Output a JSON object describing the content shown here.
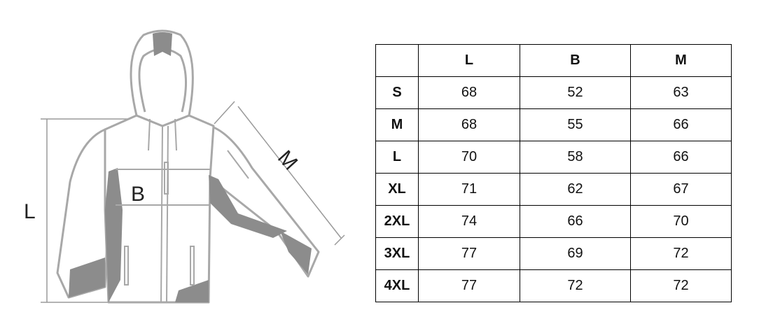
{
  "figure": {
    "label_length": "L",
    "label_bust": "B",
    "label_sleeve": "M"
  },
  "table": {
    "corner": "",
    "headers": [
      "L",
      "B",
      "M"
    ],
    "rows": [
      {
        "size": "S",
        "values": [
          "68",
          "52",
          "63"
        ]
      },
      {
        "size": "M",
        "values": [
          "68",
          "55",
          "66"
        ]
      },
      {
        "size": "L",
        "values": [
          "70",
          "58",
          "66"
        ]
      },
      {
        "size": "XL",
        "values": [
          "71",
          "62",
          "67"
        ]
      },
      {
        "size": "2XL",
        "values": [
          "74",
          "66",
          "70"
        ]
      },
      {
        "size": "3XL",
        "values": [
          "77",
          "69",
          "72"
        ]
      },
      {
        "size": "4XL",
        "values": [
          "77",
          "72",
          "72"
        ]
      }
    ]
  },
  "colors": {
    "outline": "#a8a8a8",
    "panel": "#8c8c8c",
    "border": "#000000"
  }
}
